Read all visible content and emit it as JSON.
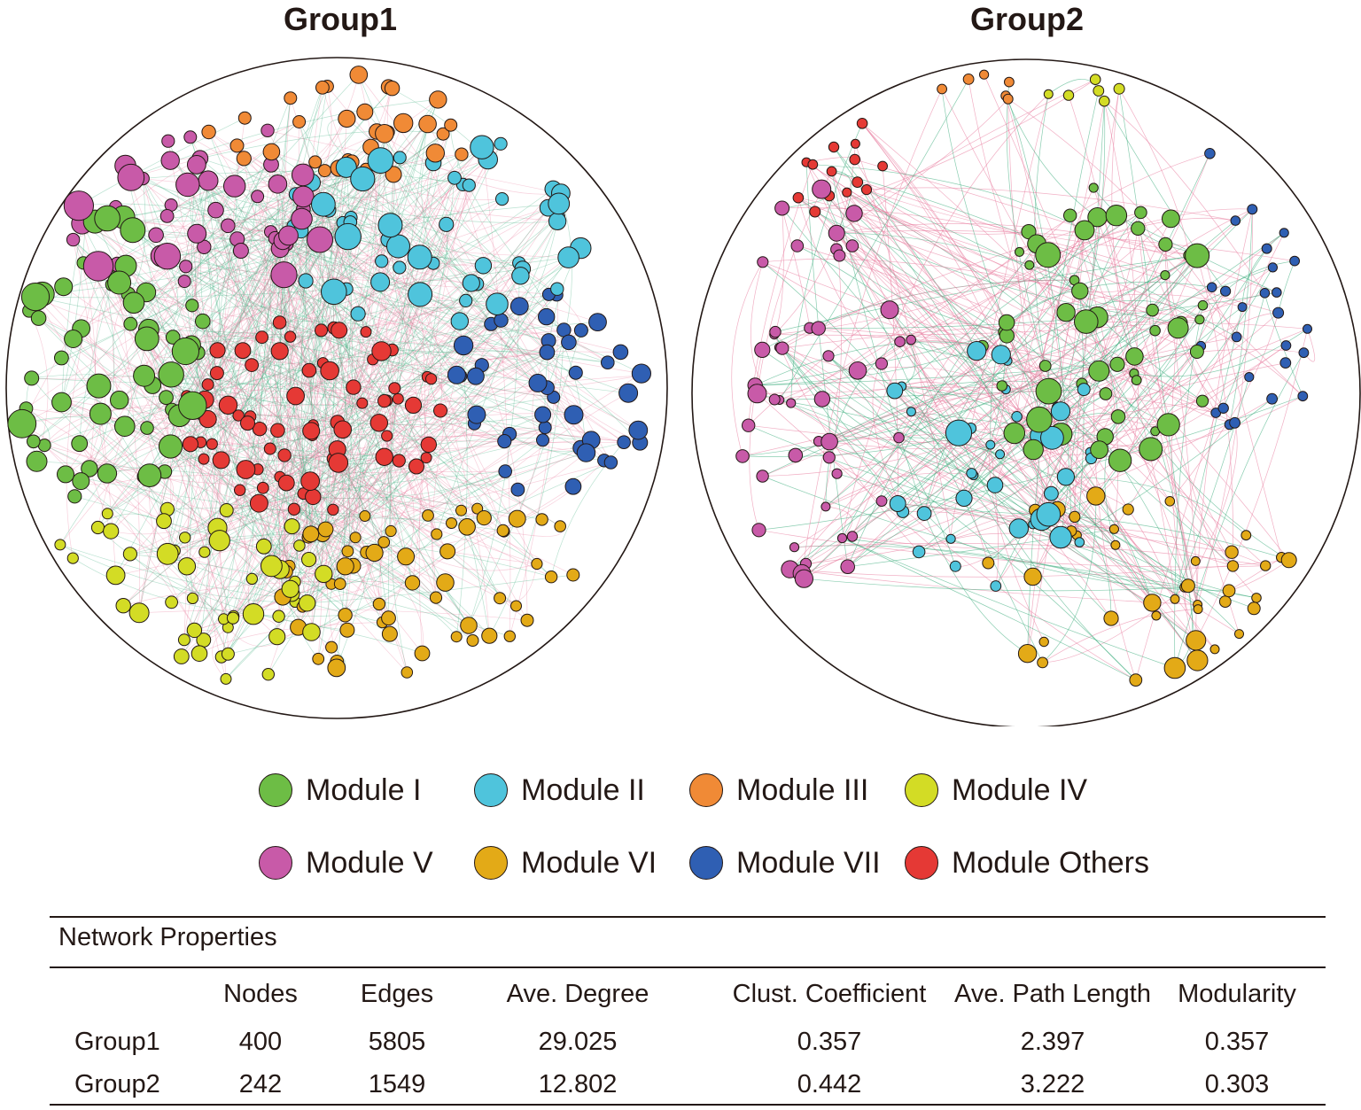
{
  "panels": [
    {
      "title": "Group1"
    },
    {
      "title": "Group2"
    }
  ],
  "legend": [
    {
      "label": "Module I",
      "color": "#6dbd45"
    },
    {
      "label": "Module II",
      "color": "#4fc4dc"
    },
    {
      "label": "Module III",
      "color": "#f08a36"
    },
    {
      "label": "Module IV",
      "color": "#d3dc25"
    },
    {
      "label": "Module V",
      "color": "#c85aa8"
    },
    {
      "label": "Module VI",
      "color": "#e3aa17"
    },
    {
      "label": "Module VII",
      "color": "#2f5fb3"
    },
    {
      "label": "Module Others",
      "color": "#e53935"
    }
  ],
  "edge_colors": {
    "positive": "#e8799c",
    "negative": "#3aab7c"
  },
  "table": {
    "caption": "Network Properties",
    "columns": [
      "Nodes",
      "Edges",
      "Ave. Degree",
      "Clust. Coefficient",
      "Ave. Path Length",
      "Modularity"
    ],
    "rows": [
      {
        "label": "Group1",
        "values": [
          "400",
          "5805",
          "29.025",
          "0.357",
          "2.397",
          "0.357"
        ]
      },
      {
        "label": "Group2",
        "values": [
          "242",
          "1549",
          "12.802",
          "0.442",
          "3.222",
          "0.303"
        ]
      }
    ]
  }
}
